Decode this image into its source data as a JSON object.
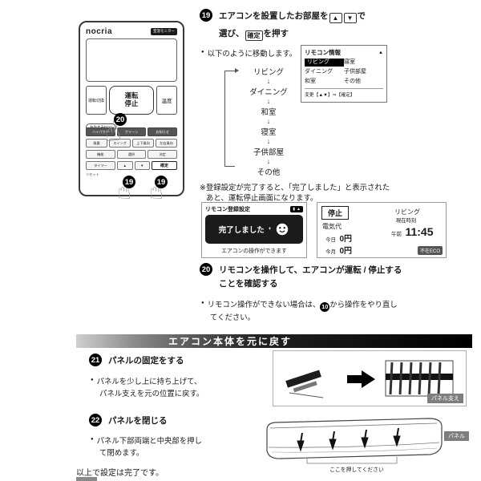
{
  "icons": {
    "arrow_down": "↓",
    "bullet": "●",
    "battery": "▮",
    "antenna": "▲",
    "info_antenna": "▲",
    "sparkle": "+",
    "hand": "☝"
  },
  "remote": {
    "brand": "nocria",
    "monitor_button": "室温モニター",
    "mode_button": "運転切換",
    "power_line1": "運転",
    "power_line2": "停止",
    "temp_button": "温度",
    "eco_button": "おやすみECO",
    "row1": [
      "ハイパワー",
      "クリーン",
      "お知らせ"
    ],
    "row2": [
      "風量",
      "スイング",
      "上下風向",
      "左右風向"
    ],
    "row3": [
      "機能",
      "選択",
      "決定"
    ],
    "row4": [
      "タイマー",
      "▲",
      "▼",
      "確定"
    ],
    "reset_label": "リセット",
    "callout_20": "20",
    "callout_19a": "19",
    "callout_19b": "19"
  },
  "step19": {
    "number": "19",
    "line1_pre": "エアコンを設置したお部屋を",
    "line1_post": "で",
    "line2_pre": "選び、",
    "line2_post": "を押す",
    "keys": {
      "up": "▲",
      "down": "▼",
      "confirm": "確定"
    },
    "bullet": "以下のように移動します。",
    "flow": [
      "リビング",
      "ダイニング",
      "和室",
      "寝室",
      "子供部屋",
      "その他"
    ],
    "screen": {
      "title": "リモコン情報",
      "rows": [
        [
          "リビング",
          "寝室"
        ],
        [
          "ダイニング",
          "子供部屋"
        ],
        [
          "和室",
          "その他"
        ]
      ],
      "footer": "変更【▲▼】⇒【確定】"
    },
    "note_line1": "※登録設定が完了すると、「完了しました」と表示された",
    "note_line2": "あと、運転停止画面になります。"
  },
  "screens": {
    "left": {
      "title": "リモコン登録設定",
      "message": "完了しました",
      "footer": "エアコンの操作ができます"
    },
    "right": {
      "status": "停止",
      "room": "リビング",
      "clock_label": "現在時刻",
      "elec_label": "電気代",
      "today_label": "今日",
      "today_value": "0円",
      "month_label": "今月",
      "month_value": "0円",
      "ampm": "午前",
      "time": "11:45",
      "eco_badge": "不在ECO"
    }
  },
  "step20": {
    "number": "20",
    "title_line1": "リモコンを操作して、エアコンが運転 / 停止する",
    "title_line2": "ことを確認する",
    "bullet_pre": "リモコン操作ができない場合は、",
    "bullet_num": "10",
    "bullet_post": "から操作をやり直し",
    "bullet_line2": "てください。"
  },
  "section": {
    "title": "エアコン本体を元に戻す"
  },
  "step21": {
    "number": "21",
    "title": "パネルの固定をする",
    "bullet_line1": "パネルを少し上に持ち上げて、",
    "bullet_line2": "パネル支えを元の位置に戻す。",
    "image_label": "パネル支え"
  },
  "step22": {
    "number": "22",
    "title": "パネルを閉じる",
    "bullet_line1": "パネル下部両端と中央部を押し",
    "bullet_line2": "て閉めます。",
    "image_label": "パネル",
    "image_caption": "ここを押してください"
  },
  "footer": {
    "closing": "以上で設定は完了です。"
  }
}
